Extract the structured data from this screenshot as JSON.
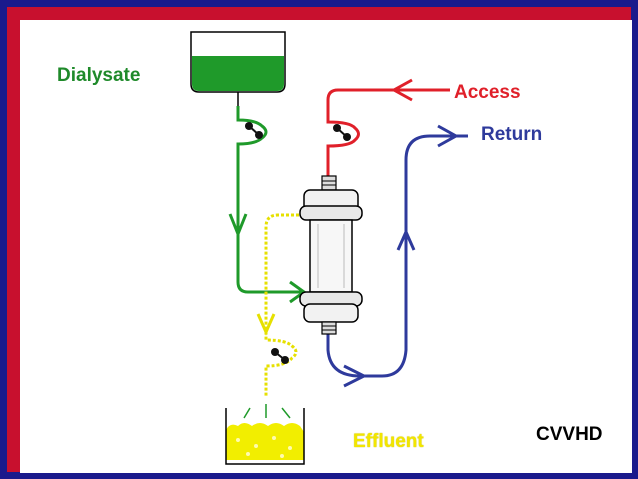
{
  "labels": {
    "dialysate": "Dialysate",
    "access": "Access",
    "return": "Return",
    "effluent": "Effluent",
    "title": "CVVHD"
  },
  "colors": {
    "outer_border": "#1a1a8c",
    "inner_border": "#c8102e",
    "dialysate_line": "#1f9a2a",
    "access_line": "#e0202a",
    "return_line": "#2e3a9c",
    "effluent_line": "#e6e000",
    "background": "#ffffff"
  }
}
